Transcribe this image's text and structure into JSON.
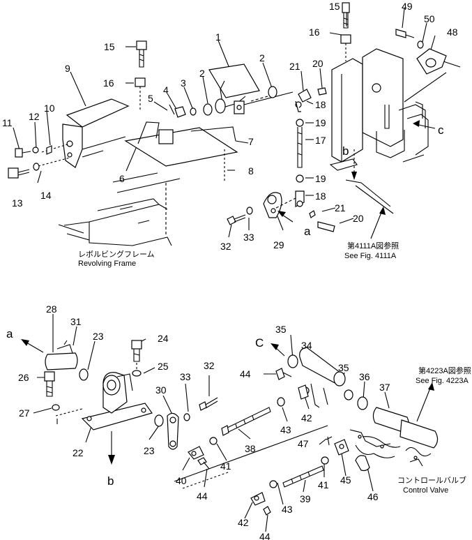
{
  "labels": {
    "p1": "1",
    "p2": "2",
    "p3": "3",
    "p4": "4",
    "p5": "5",
    "p6": "6",
    "p7": "7",
    "p8": "8",
    "p9": "9",
    "p10": "10",
    "p11": "11",
    "p12": "12",
    "p13": "13",
    "p14": "14",
    "p15": "15",
    "p16": "16",
    "p17": "17",
    "p18": "18",
    "p19": "19",
    "p20": "20",
    "p21": "21",
    "p22": "22",
    "p23": "23",
    "p24": "24",
    "p25": "25",
    "p26": "26",
    "p27": "27",
    "p28": "28",
    "p29": "29",
    "p30": "30",
    "p31": "31",
    "p32": "32",
    "p33": "33",
    "p34": "34",
    "p35": "35",
    "p36": "36",
    "p37": "37",
    "p38": "38",
    "p39": "39",
    "p40": "40",
    "p41": "41",
    "p42": "42",
    "p43": "43",
    "p44": "44",
    "p45": "45",
    "p46": "46",
    "p47": "47",
    "p48": "48",
    "p49": "49",
    "p50": "50"
  },
  "letters": {
    "a": "a",
    "b": "b",
    "c": "c",
    "C": "C"
  },
  "notes": {
    "revolving_frame_jp": "レボルビングフレーム",
    "revolving_frame_en": "Revolving Frame",
    "see_4111_jp": "第4111A図参照",
    "see_4111_en": "See Fig. 4111A",
    "see_4223_jp": "第4223A図参照",
    "see_4223_en": "See Fig. 4223A",
    "control_valve_jp": "コントロールバルブ",
    "control_valve_en": "Control Valve"
  }
}
